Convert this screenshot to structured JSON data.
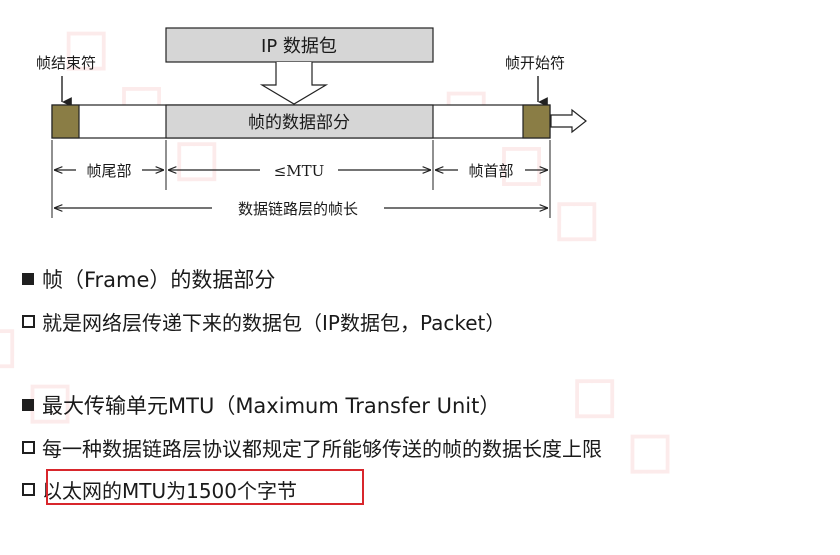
{
  "diagram": {
    "ip_packet_label": "IP 数据包",
    "frame_end_label": "帧结束符",
    "frame_start_label": "帧开始符",
    "data_part_label": "帧的数据部分",
    "trailer_label": "帧尾部",
    "mtu_label": "≤MTU",
    "header_label": "帧首部",
    "total_label": "数据链路层的帧长",
    "colors": {
      "frame_delimiter": "#8a7d45",
      "data_fill": "#d6d6d6",
      "ip_fill": "#d6d6d6",
      "line": "#222222"
    }
  },
  "bullets": [
    {
      "marker": "filled-square-icon",
      "text": "帧（Frame）的数据部分"
    },
    {
      "marker": "hollow-square-icon",
      "text": "就是网络层传递下来的数据包（IP数据包，Packet）"
    },
    {
      "marker": "filled-square-icon",
      "text": "最大传输单元MTU（Maximum Transfer Unit）"
    },
    {
      "marker": "hollow-square-icon",
      "text": "每一种数据链路层协议都规定了所能够传送的帧的数据长度上限"
    },
    {
      "marker": "hollow-square-icon",
      "text": "以太网的MTU为1500个字节"
    }
  ],
  "colors": {
    "highlight_border": "#d8262c",
    "text": "#1a1a1a"
  }
}
